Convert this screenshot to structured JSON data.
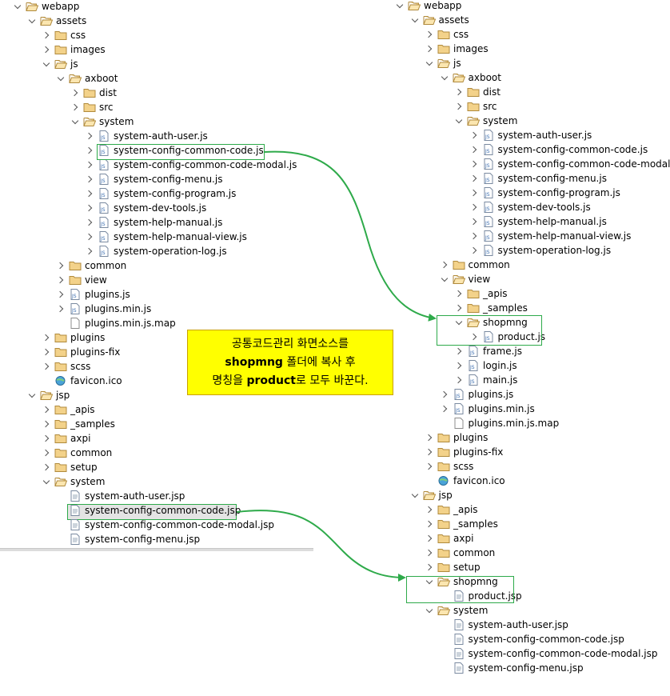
{
  "colors": {
    "highlight": "#2eaa4a",
    "note_bg": "#ffff00",
    "folder": "#c8a15a"
  },
  "note": {
    "line1": "공통코드관리 화면소스를",
    "line2_bold": "shopmng",
    "line2_rest": " 폴더에 복사 후",
    "line3_pre": "명칭을 ",
    "line3_bold": "product",
    "line3_rest": "로 모두 바꾼다."
  },
  "left_tree": [
    {
      "label": "webapp",
      "depth": 0,
      "chev": "open",
      "icon": "folder-open-icon"
    },
    {
      "label": "assets",
      "depth": 1,
      "chev": "open",
      "icon": "folder-open-icon"
    },
    {
      "label": "css",
      "depth": 2,
      "chev": "closed",
      "icon": "folder-icon"
    },
    {
      "label": "images",
      "depth": 2,
      "chev": "closed",
      "icon": "folder-icon"
    },
    {
      "label": "js",
      "depth": 2,
      "chev": "open",
      "icon": "folder-open-icon"
    },
    {
      "label": "axboot",
      "depth": 3,
      "chev": "open",
      "icon": "folder-open-icon"
    },
    {
      "label": "dist",
      "depth": 4,
      "chev": "closed",
      "icon": "folder-icon"
    },
    {
      "label": "src",
      "depth": 4,
      "chev": "closed",
      "icon": "folder-icon"
    },
    {
      "label": "system",
      "depth": 4,
      "chev": "open",
      "icon": "folder-open-icon"
    },
    {
      "label": "system-auth-user.js",
      "depth": 5,
      "chev": "closed",
      "icon": "js-file-icon"
    },
    {
      "label": "system-config-common-code.js",
      "depth": 5,
      "chev": "closed",
      "icon": "js-file-icon"
    },
    {
      "label": "system-config-common-code-modal.js",
      "depth": 5,
      "chev": "closed",
      "icon": "js-file-icon"
    },
    {
      "label": "system-config-menu.js",
      "depth": 5,
      "chev": "closed",
      "icon": "js-file-icon"
    },
    {
      "label": "system-config-program.js",
      "depth": 5,
      "chev": "closed",
      "icon": "js-file-icon"
    },
    {
      "label": "system-dev-tools.js",
      "depth": 5,
      "chev": "closed",
      "icon": "js-file-icon"
    },
    {
      "label": "system-help-manual.js",
      "depth": 5,
      "chev": "closed",
      "icon": "js-file-icon"
    },
    {
      "label": "system-help-manual-view.js",
      "depth": 5,
      "chev": "closed",
      "icon": "js-file-icon"
    },
    {
      "label": "system-operation-log.js",
      "depth": 5,
      "chev": "closed",
      "icon": "js-file-icon"
    },
    {
      "label": "common",
      "depth": 3,
      "chev": "closed",
      "icon": "folder-icon"
    },
    {
      "label": "view",
      "depth": 3,
      "chev": "closed",
      "icon": "folder-icon"
    },
    {
      "label": "plugins.js",
      "depth": 3,
      "chev": "closed",
      "icon": "js-file-icon"
    },
    {
      "label": "plugins.min.js",
      "depth": 3,
      "chev": "closed",
      "icon": "js-file-icon"
    },
    {
      "label": "plugins.min.js.map",
      "depth": 3,
      "chev": "none",
      "icon": "file-icon"
    },
    {
      "label": "plugins",
      "depth": 2,
      "chev": "closed",
      "icon": "folder-icon"
    },
    {
      "label": "plugins-fix",
      "depth": 2,
      "chev": "closed",
      "icon": "folder-icon"
    },
    {
      "label": "scss",
      "depth": 2,
      "chev": "closed",
      "icon": "folder-icon"
    },
    {
      "label": "favicon.ico",
      "depth": 2,
      "chev": "none",
      "icon": "globe-icon"
    },
    {
      "label": "jsp",
      "depth": 1,
      "chev": "open",
      "icon": "folder-open-icon"
    },
    {
      "label": "_apis",
      "depth": 2,
      "chev": "closed",
      "icon": "folder-icon"
    },
    {
      "label": "_samples",
      "depth": 2,
      "chev": "closed",
      "icon": "folder-icon"
    },
    {
      "label": "axpi",
      "depth": 2,
      "chev": "closed",
      "icon": "folder-icon"
    },
    {
      "label": "common",
      "depth": 2,
      "chev": "closed",
      "icon": "folder-icon"
    },
    {
      "label": "setup",
      "depth": 2,
      "chev": "closed",
      "icon": "folder-icon"
    },
    {
      "label": "system",
      "depth": 2,
      "chev": "open",
      "icon": "folder-open-icon"
    },
    {
      "label": "system-auth-user.jsp",
      "depth": 3,
      "chev": "none",
      "icon": "jsp-file-icon"
    },
    {
      "label": "system-config-common-code.jsp",
      "depth": 3,
      "chev": "none",
      "icon": "jsp-file-icon"
    },
    {
      "label": "system-config-common-code-modal.jsp",
      "depth": 3,
      "chev": "none",
      "icon": "jsp-file-icon"
    },
    {
      "label": "system-config-menu.jsp",
      "depth": 3,
      "chev": "none",
      "icon": "jsp-file-icon"
    }
  ],
  "right_tree": [
    {
      "label": "webapp",
      "depth": 0,
      "chev": "open",
      "icon": "folder-open-icon"
    },
    {
      "label": "assets",
      "depth": 1,
      "chev": "open",
      "icon": "folder-open-icon"
    },
    {
      "label": "css",
      "depth": 2,
      "chev": "closed",
      "icon": "folder-icon"
    },
    {
      "label": "images",
      "depth": 2,
      "chev": "closed",
      "icon": "folder-icon"
    },
    {
      "label": "js",
      "depth": 2,
      "chev": "open",
      "icon": "folder-open-icon"
    },
    {
      "label": "axboot",
      "depth": 3,
      "chev": "open",
      "icon": "folder-open-icon"
    },
    {
      "label": "dist",
      "depth": 4,
      "chev": "closed",
      "icon": "folder-icon"
    },
    {
      "label": "src",
      "depth": 4,
      "chev": "closed",
      "icon": "folder-icon"
    },
    {
      "label": "system",
      "depth": 4,
      "chev": "open",
      "icon": "folder-open-icon"
    },
    {
      "label": "system-auth-user.js",
      "depth": 5,
      "chev": "closed",
      "icon": "js-file-icon"
    },
    {
      "label": "system-config-common-code.js",
      "depth": 5,
      "chev": "closed",
      "icon": "js-file-icon"
    },
    {
      "label": "system-config-common-code-modal.js",
      "depth": 5,
      "chev": "closed",
      "icon": "js-file-icon"
    },
    {
      "label": "system-config-menu.js",
      "depth": 5,
      "chev": "closed",
      "icon": "js-file-icon"
    },
    {
      "label": "system-config-program.js",
      "depth": 5,
      "chev": "closed",
      "icon": "js-file-icon"
    },
    {
      "label": "system-dev-tools.js",
      "depth": 5,
      "chev": "closed",
      "icon": "js-file-icon"
    },
    {
      "label": "system-help-manual.js",
      "depth": 5,
      "chev": "closed",
      "icon": "js-file-icon"
    },
    {
      "label": "system-help-manual-view.js",
      "depth": 5,
      "chev": "closed",
      "icon": "js-file-icon"
    },
    {
      "label": "system-operation-log.js",
      "depth": 5,
      "chev": "closed",
      "icon": "js-file-icon"
    },
    {
      "label": "common",
      "depth": 3,
      "chev": "closed",
      "icon": "folder-icon"
    },
    {
      "label": "view",
      "depth": 3,
      "chev": "open",
      "icon": "folder-open-icon"
    },
    {
      "label": "_apis",
      "depth": 4,
      "chev": "closed",
      "icon": "folder-icon"
    },
    {
      "label": "_samples",
      "depth": 4,
      "chev": "closed",
      "icon": "folder-icon"
    },
    {
      "label": "shopmng",
      "depth": 4,
      "chev": "open",
      "icon": "folder-open-icon"
    },
    {
      "label": "product.js",
      "depth": 5,
      "chev": "closed",
      "icon": "js-file-icon"
    },
    {
      "label": "frame.js",
      "depth": 4,
      "chev": "closed",
      "icon": "js-file-icon"
    },
    {
      "label": "login.js",
      "depth": 4,
      "chev": "closed",
      "icon": "js-file-icon"
    },
    {
      "label": "main.js",
      "depth": 4,
      "chev": "closed",
      "icon": "js-file-icon"
    },
    {
      "label": "plugins.js",
      "depth": 3,
      "chev": "closed",
      "icon": "js-file-icon"
    },
    {
      "label": "plugins.min.js",
      "depth": 3,
      "chev": "closed",
      "icon": "js-file-icon"
    },
    {
      "label": "plugins.min.js.map",
      "depth": 3,
      "chev": "none",
      "icon": "file-icon"
    },
    {
      "label": "plugins",
      "depth": 2,
      "chev": "closed",
      "icon": "folder-icon"
    },
    {
      "label": "plugins-fix",
      "depth": 2,
      "chev": "closed",
      "icon": "folder-icon"
    },
    {
      "label": "scss",
      "depth": 2,
      "chev": "closed",
      "icon": "folder-icon"
    },
    {
      "label": "favicon.ico",
      "depth": 2,
      "chev": "none",
      "icon": "globe-icon"
    },
    {
      "label": "jsp",
      "depth": 1,
      "chev": "open",
      "icon": "folder-open-icon"
    },
    {
      "label": "_apis",
      "depth": 2,
      "chev": "closed",
      "icon": "folder-icon"
    },
    {
      "label": "_samples",
      "depth": 2,
      "chev": "closed",
      "icon": "folder-icon"
    },
    {
      "label": "axpi",
      "depth": 2,
      "chev": "closed",
      "icon": "folder-icon"
    },
    {
      "label": "common",
      "depth": 2,
      "chev": "closed",
      "icon": "folder-icon"
    },
    {
      "label": "setup",
      "depth": 2,
      "chev": "closed",
      "icon": "folder-icon"
    },
    {
      "label": "shopmng",
      "depth": 2,
      "chev": "open",
      "icon": "folder-open-icon"
    },
    {
      "label": "product.jsp",
      "depth": 3,
      "chev": "none",
      "icon": "jsp-file-icon"
    },
    {
      "label": "system",
      "depth": 2,
      "chev": "open",
      "icon": "folder-open-icon"
    },
    {
      "label": "system-auth-user.jsp",
      "depth": 3,
      "chev": "none",
      "icon": "jsp-file-icon"
    },
    {
      "label": "system-config-common-code.jsp",
      "depth": 3,
      "chev": "none",
      "icon": "jsp-file-icon"
    },
    {
      "label": "system-config-common-code-modal.jsp",
      "depth": 3,
      "chev": "none",
      "icon": "jsp-file-icon"
    },
    {
      "label": "system-config-menu.jsp",
      "depth": 3,
      "chev": "none",
      "icon": "jsp-file-icon"
    }
  ]
}
